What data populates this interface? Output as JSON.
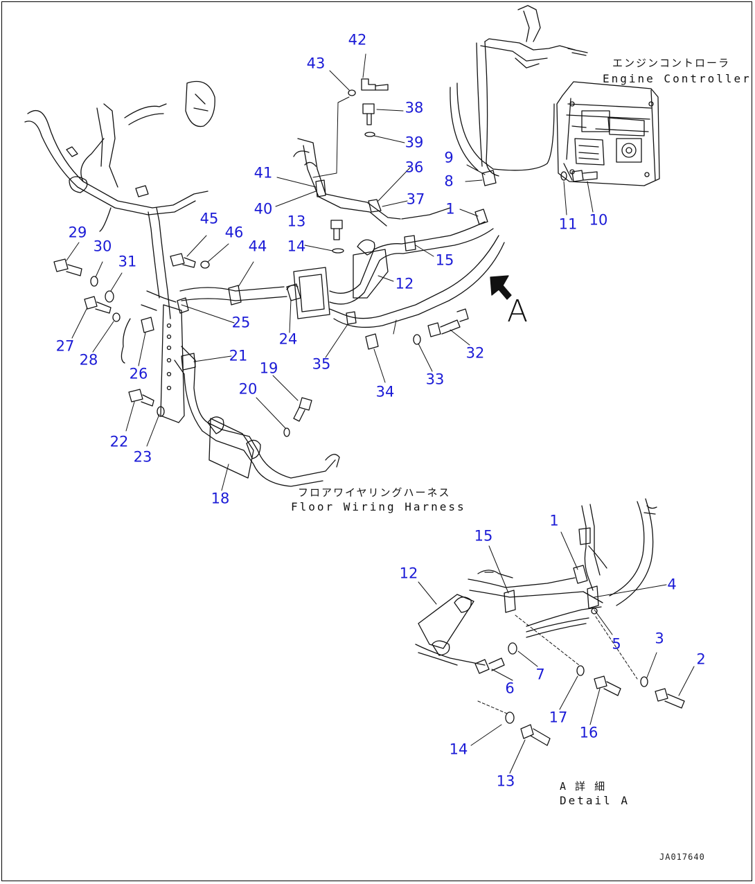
{
  "diagram": {
    "captions": {
      "engine_controller_jp": "エンジンコントローラ",
      "engine_controller_en": "Engine Controller",
      "floor_harness_jp": "フロアワイヤリングハーネス",
      "floor_harness_en": "Floor Wiring Harness",
      "detail_jp": "A 詳 細",
      "detail_en": "Detail A",
      "view_arrow_label": "A",
      "drawing_number": "JA017640"
    },
    "callouts_main": [
      "42",
      "43",
      "38",
      "39",
      "36",
      "37",
      "41",
      "40",
      "9",
      "8",
      "1",
      "11",
      "10",
      "13",
      "14",
      "15",
      "12",
      "45",
      "46",
      "44",
      "29",
      "30",
      "31",
      "27",
      "28",
      "26",
      "25",
      "24",
      "35",
      "34",
      "33",
      "32",
      "21",
      "19",
      "20",
      "22",
      "23",
      "18"
    ],
    "callouts_detail": [
      "1",
      "15",
      "12",
      "4",
      "5",
      "3",
      "2",
      "7",
      "6",
      "17",
      "16",
      "14",
      "13"
    ]
  }
}
